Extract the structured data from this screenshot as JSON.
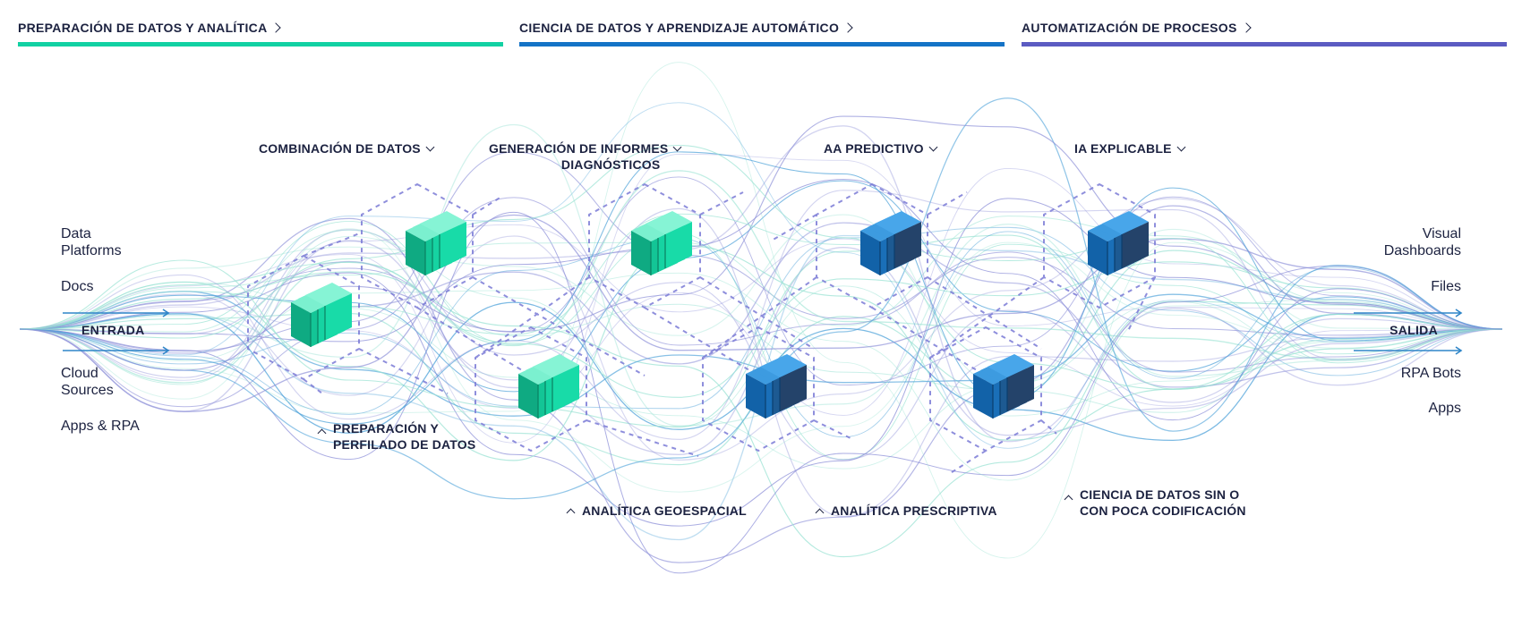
{
  "tabs": [
    {
      "label": "PREPARACIÓN DE DATOS Y ANALÍTICA",
      "color": "#12d1a3"
    },
    {
      "label": "CIENCIA DE DATOS Y APRENDIZAJE AUTOMÁTICO",
      "color": "#1473c6"
    },
    {
      "label": "AUTOMATIZACIÓN DE PROCESOS",
      "color": "#5b5bc2"
    }
  ],
  "top_labels": {
    "data_blending": "COMBINACIÓN DE DATOS",
    "diagnostic_reporting_1": "GENERACIÓN DE INFORMES",
    "diagnostic_reporting_2": "DIAGNÓSTICOS",
    "predictive_ml": "AA PREDICTIVO",
    "explainable_ai": "IA EXPLICABLE"
  },
  "bottom_labels": {
    "data_prep_1": "PREPARACIÓN Y",
    "data_prep_2": "PERFILADO DE DATOS",
    "geospatial": "ANALÍTICA GEOESPACIAL",
    "prescriptive": "ANALÍTICA PRESCRIPTIVA",
    "low_code_1": "CIENCIA DE DATOS SIN O",
    "low_code_2": "CON POCA CODIFICACIÓN"
  },
  "input": {
    "title": "ENTRADA",
    "items": [
      "Data",
      "Platforms",
      "Docs",
      "Cloud",
      "Sources",
      "Apps & RPA"
    ]
  },
  "output": {
    "title": "SALIDA",
    "items": [
      "Visual",
      "Dashboards",
      "Files",
      "RPA Bots",
      "Apps"
    ]
  },
  "colors": {
    "green_cube": "#16c99a",
    "blue_cube": "#1679c9",
    "hex_grid": "#7b7bd6",
    "flow_purple": "#8c8fd8",
    "flow_teal": "#9be3d4",
    "flow_blue": "#4aa0d8"
  }
}
